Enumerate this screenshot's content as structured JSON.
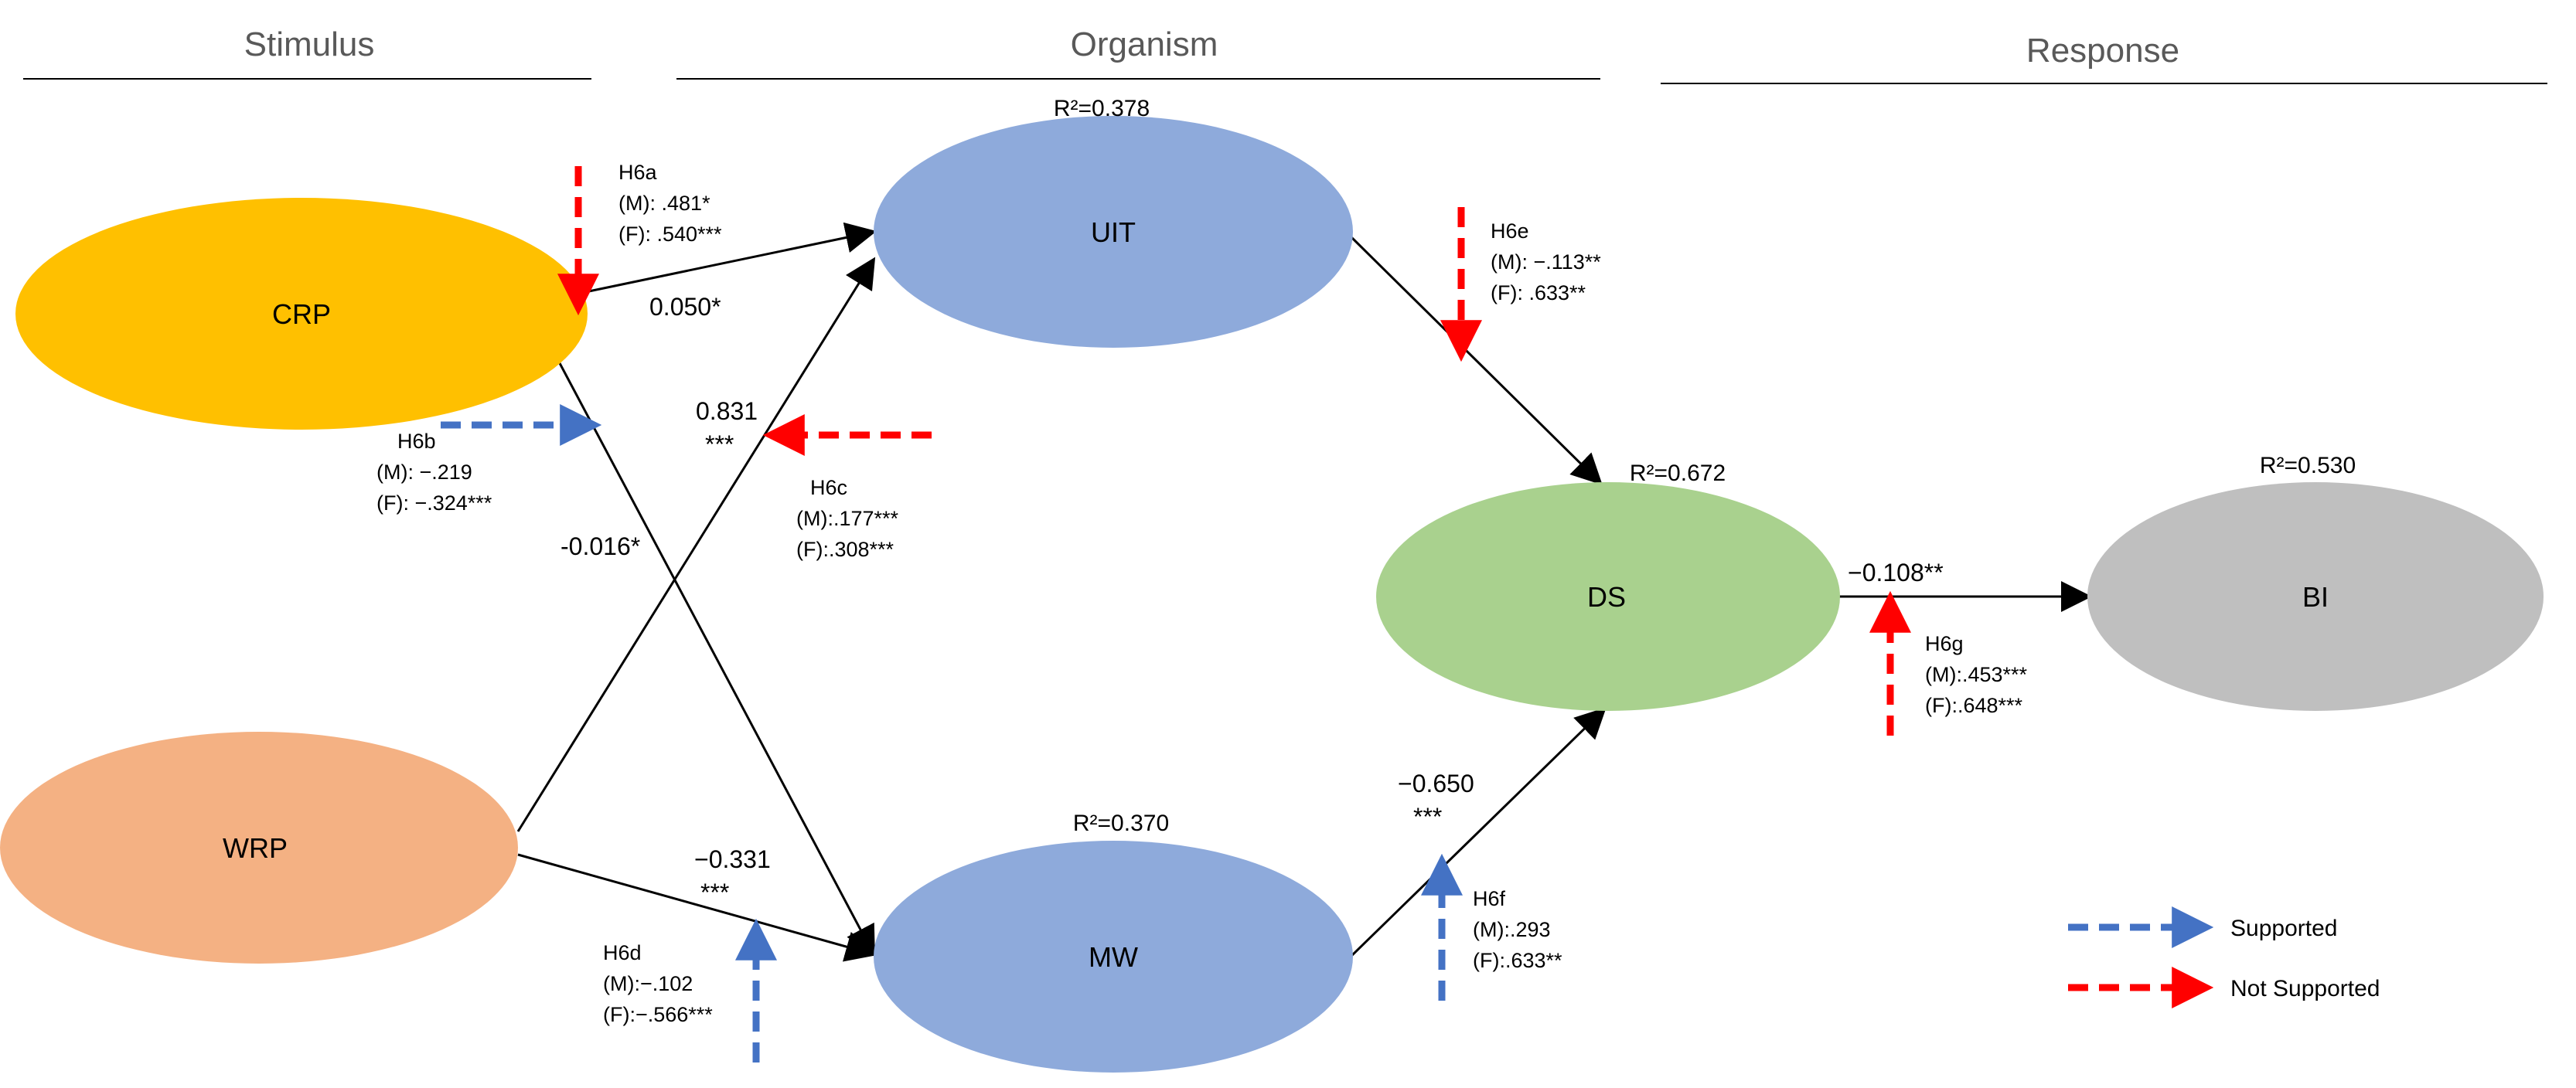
{
  "sections": {
    "stimulus": "Stimulus",
    "organism": "Organism",
    "response": "Response"
  },
  "nodes": {
    "crp": {
      "label": "CRP",
      "color": "#ffc000"
    },
    "wrp": {
      "label": "WRP",
      "color": "#f4b183"
    },
    "uit": {
      "label": "UIT",
      "color": "#8eaadb",
      "r2": "R²=0.378"
    },
    "mw": {
      "label": "MW",
      "color": "#8eaadb",
      "r2": "R²=0.370"
    },
    "ds": {
      "label": "DS",
      "color": "#a9d18e",
      "r2": "R²=0.672"
    },
    "bi": {
      "label": "BI",
      "color": "#bfbfbf",
      "r2": "R²=0.530"
    }
  },
  "paths": {
    "crp_uit": "0.050*",
    "wrp_uit": {
      "line1": "0.831",
      "line2": "***"
    },
    "crp_mw": "-0.016*",
    "wrp_mw": {
      "line1": "−0.331",
      "line2": "***"
    },
    "mw_ds": {
      "line1": "−0.650",
      "line2": "***"
    },
    "ds_bi": "−0.108**"
  },
  "hypotheses": {
    "h6a": {
      "id": "H6a",
      "m": "(M): .481*",
      "f": "(F): .540***",
      "status": "not-supported"
    },
    "h6b": {
      "id": "H6b",
      "m": "(M): −.219",
      "f": "(F): −.324***",
      "status": "supported"
    },
    "h6c": {
      "id": "H6c",
      "m": "(M):.177***",
      "f": "(F):.308***",
      "status": "not-supported"
    },
    "h6d": {
      "id": "H6d",
      "m": "(M):−.102",
      "f": "(F):−.566***",
      "status": "supported"
    },
    "h6e": {
      "id": "H6e",
      "m": "(M): −.113**",
      "f": "(F): .633**",
      "status": "not-supported"
    },
    "h6f": {
      "id": "H6f",
      "m": "(M):.293",
      "f": "(F):.633**",
      "status": "supported"
    },
    "h6g": {
      "id": "H6g",
      "m": "(M):.453***",
      "f": "(F):.648***",
      "status": "not-supported"
    }
  },
  "legend": {
    "supported": {
      "label": "Supported",
      "color": "#4472c4"
    },
    "not_supported": {
      "label": "Not Supported",
      "color": "#ff0000"
    }
  }
}
